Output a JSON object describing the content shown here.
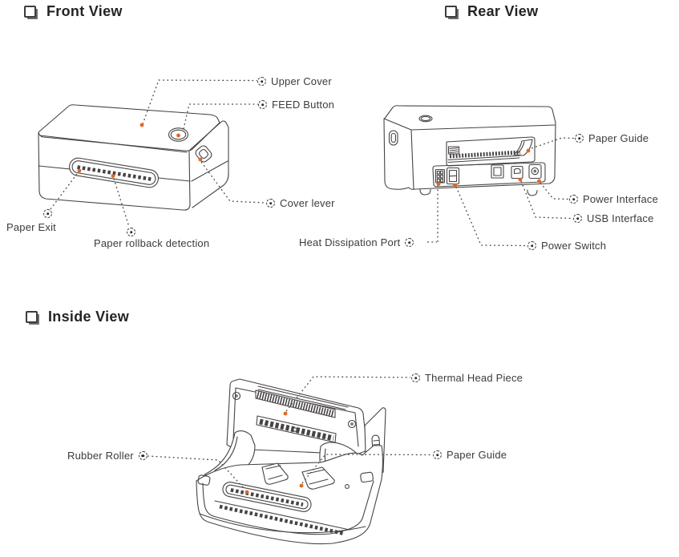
{
  "document": {
    "type": "printer-manual-diagram"
  },
  "colors": {
    "accent_orange": "#e0671f",
    "line_dark": "#474443",
    "text": "#3d3b3a"
  },
  "icons": {
    "section-bullet-icon": "white square with lower-right shadow",
    "target-icon": "dashed circle with center dot (callout marker)"
  },
  "sections": {
    "front": {
      "title": "Front View",
      "labels": {
        "upper_cover": "Upper Cover",
        "feed_button": "FEED Button",
        "cover_lever": "Cover lever",
        "paper_exit": "Paper Exit",
        "paper_rollback": "Paper rollback detection"
      }
    },
    "rear": {
      "title": "Rear View",
      "labels": {
        "paper_guide": "Paper Guide",
        "power_interface": "Power Interface",
        "usb_interface": "USB Interface",
        "heat_port": "Heat Dissipation Port",
        "power_switch": "Power Switch"
      }
    },
    "inside": {
      "title": "Inside View",
      "labels": {
        "thermal_head": "Thermal Head Piece",
        "paper_guide": "Paper Guide",
        "rubber_roller": "Rubber Roller"
      }
    }
  }
}
